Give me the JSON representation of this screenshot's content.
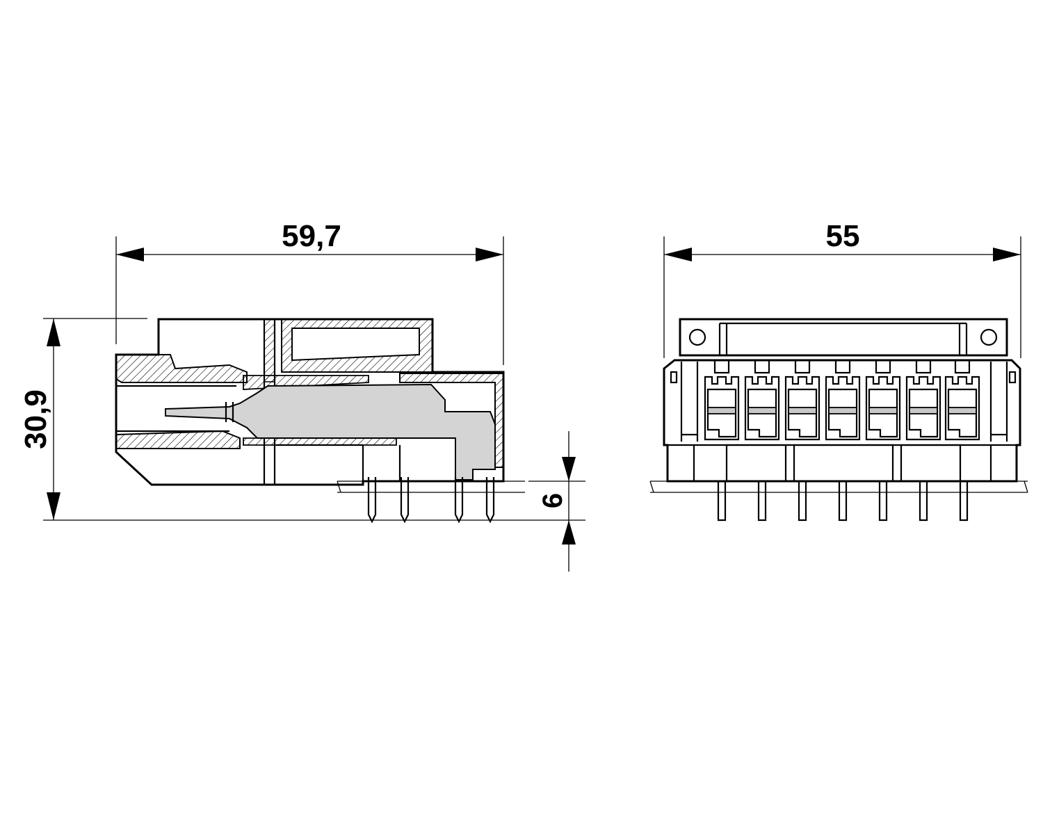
{
  "drawing": {
    "side_view": {
      "dim_width": "59,7",
      "dim_height": "30,9",
      "dim_pin_length": "6"
    },
    "front_view": {
      "dim_width": "55",
      "pin_count": 7
    }
  },
  "colors": {
    "line": "#000000",
    "contact_fill": "#d4d4d4",
    "background": "#ffffff"
  }
}
